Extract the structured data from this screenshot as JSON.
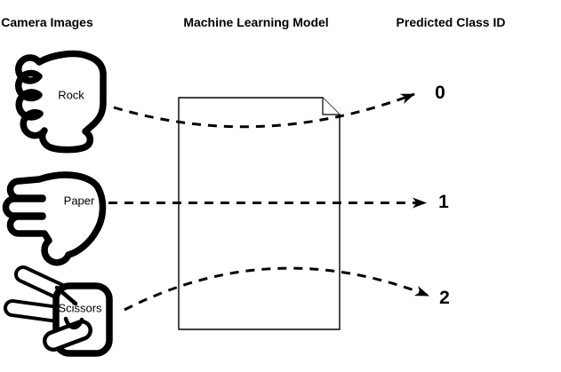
{
  "diagram": {
    "headers": {
      "camera_images": "Camera Images",
      "ml_model": "Machine Learning Model",
      "predicted_class_id": "Predicted Class ID"
    },
    "items": [
      {
        "label": "Rock",
        "class_id": "0"
      },
      {
        "label": "Paper",
        "class_id": "1"
      },
      {
        "label": "Scissors",
        "class_id": "2"
      }
    ],
    "icons": {
      "rock": "rock-hand-icon",
      "paper": "paper-hand-icon",
      "scissors": "scissors-hand-icon",
      "model": "document-icon"
    },
    "colors": {
      "ink": "#000000",
      "background": "#ffffff"
    }
  }
}
